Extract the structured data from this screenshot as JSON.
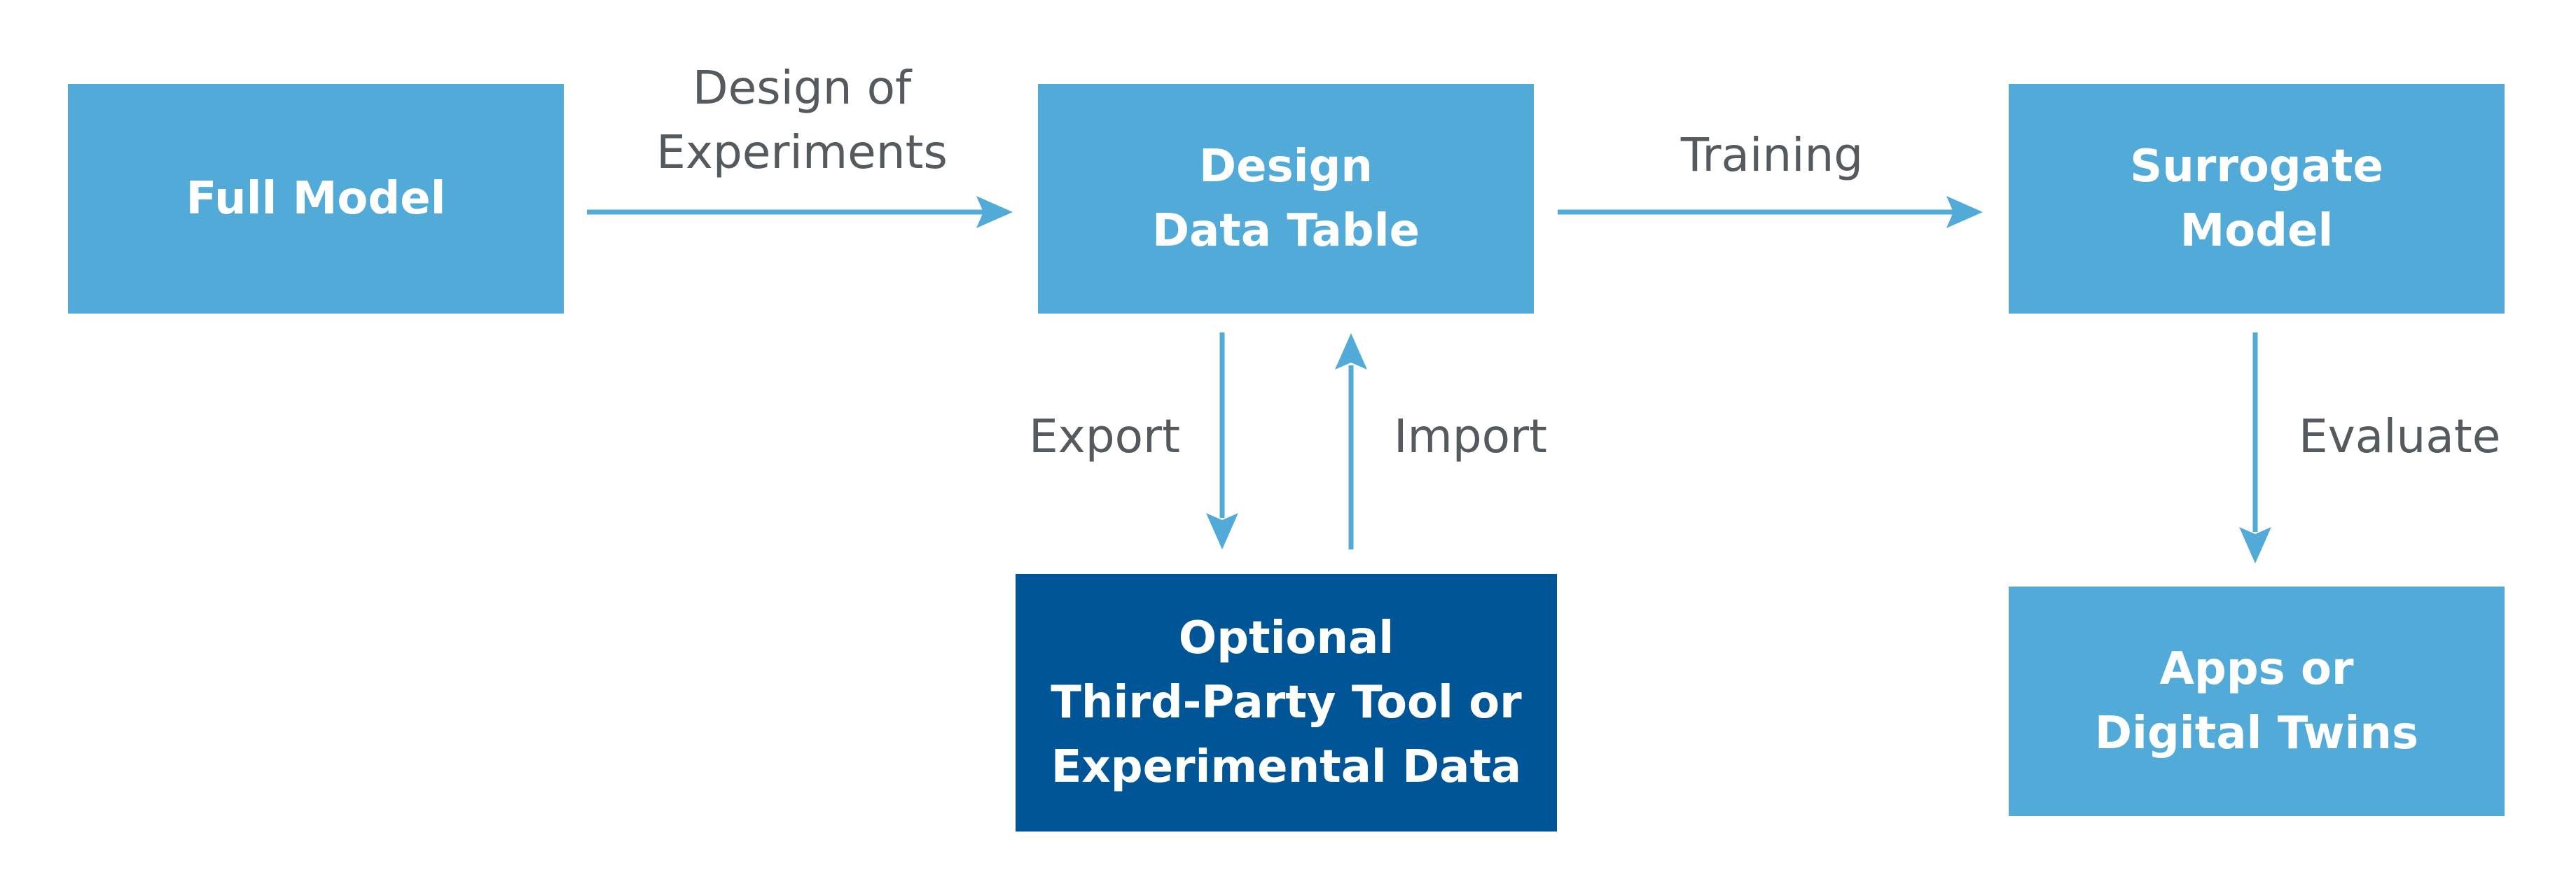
{
  "colors": {
    "box_light": "#52aad9",
    "box_dark": "#005597",
    "arrow": "#52aad9",
    "label_text": "#555a5e",
    "box_text": "#ffffff"
  },
  "nodes": {
    "full_model": "Full Model",
    "design_data_table": "Design\nData Table",
    "surrogate_model": "Surrogate\nModel",
    "third_party": "Optional\nThird-Party Tool or\nExperimental Data",
    "apps_twins": "Apps or\nDigital Twins"
  },
  "edges": {
    "design_of_experiments": "Design of\nExperiments",
    "training": "Training",
    "export": "Export",
    "import": "Import",
    "evaluate": "Evaluate"
  }
}
